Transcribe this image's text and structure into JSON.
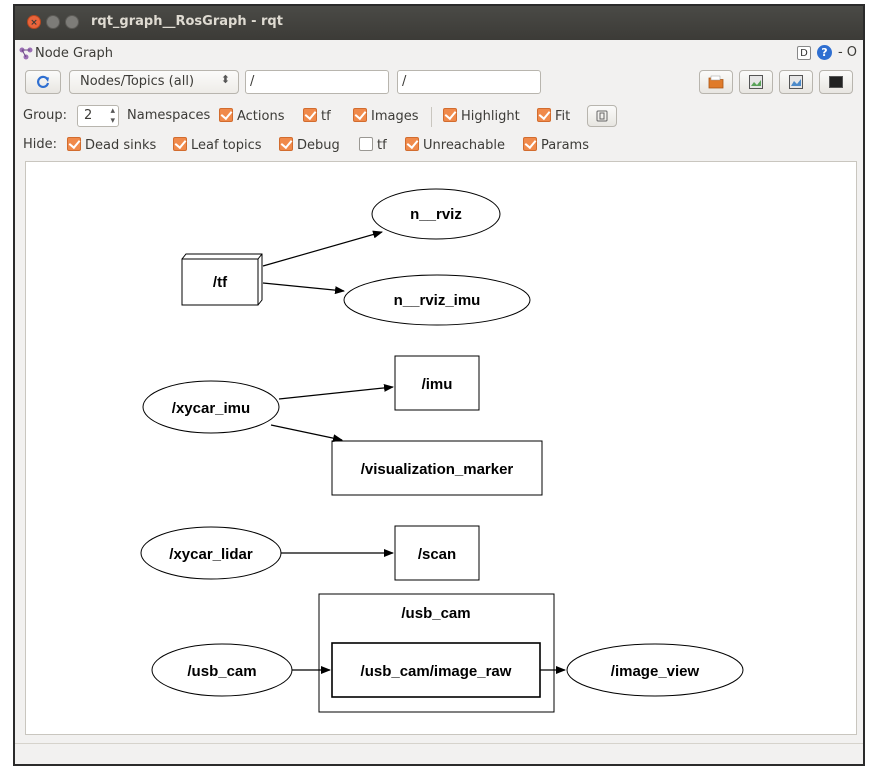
{
  "window": {
    "title": "rqt_graph__RosGraph - rqt"
  },
  "dock": {
    "title": "Node Graph",
    "d_label": "D",
    "help_label": "?",
    "close_label": "- O"
  },
  "toolbar": {
    "refresh_icon": "refresh-icon",
    "filter_combo": "Nodes/Topics (all)",
    "node_filter": "/",
    "topic_filter": "/"
  },
  "group_row": {
    "group_label": "Group:",
    "group_value": "2",
    "namespaces_label": "Namespaces",
    "options": [
      {
        "label": "Actions",
        "checked": true
      },
      {
        "label": "tf",
        "checked": true
      },
      {
        "label": "Images",
        "checked": true
      }
    ],
    "highlight": {
      "label": "Highlight",
      "checked": true
    },
    "fit": {
      "label": "Fit",
      "checked": true
    }
  },
  "hide_row": {
    "hide_label": "Hide:",
    "options": [
      {
        "label": "Dead sinks",
        "checked": true
      },
      {
        "label": "Leaf topics",
        "checked": true
      },
      {
        "label": "Debug",
        "checked": true
      },
      {
        "label": "tf",
        "checked": false
      },
      {
        "label": "Unreachable",
        "checked": true
      },
      {
        "label": "Params",
        "checked": true
      }
    ]
  },
  "graph": {
    "nodes": {
      "tf": "/tf",
      "rviz": "n__rviz",
      "rviz_imu": "n__rviz_imu",
      "xycar_imu": "/xycar_imu",
      "imu": "/imu",
      "visualization_marker": "/visualization_marker",
      "xycar_lidar": "/xycar_lidar",
      "scan": "/scan",
      "usb_cam_group": "/usb_cam",
      "usb_cam": "/usb_cam",
      "image_raw": "/usb_cam/image_raw",
      "image_view": "/image_view"
    }
  }
}
